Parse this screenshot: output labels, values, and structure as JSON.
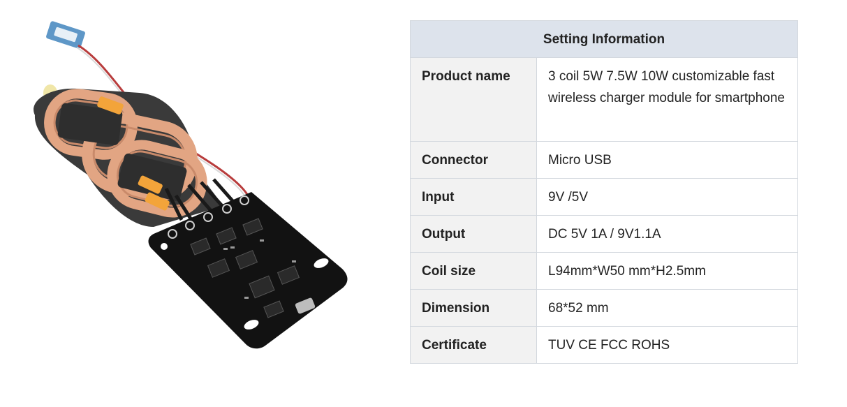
{
  "product_image": {
    "icon": "wireless-charger-module-photo",
    "colors": {
      "pcb": "#121212",
      "coil_copper": "#e2a583",
      "tape": "#f3a43a",
      "antenna_board": "#5e97c7",
      "wire_red": "#b83c3c"
    }
  },
  "table": {
    "header": "Setting Information",
    "rows": [
      {
        "label": "Product name",
        "value": "3 coil 5W 7.5W 10W customizable fast wireless charger module for smartphone"
      },
      {
        "label": "Connector",
        "value": "Micro USB"
      },
      {
        "label": "Input",
        "value": "9V /5V"
      },
      {
        "label": "Output",
        "value": "DC 5V 1A / 9V1.1A"
      },
      {
        "label": "Coil size",
        "value": "L94mm*W50 mm*H2.5mm"
      },
      {
        "label": "Dimension",
        "value": "68*52 mm"
      },
      {
        "label": "Certificate",
        "value": "TUV CE FCC ROHS"
      }
    ]
  }
}
